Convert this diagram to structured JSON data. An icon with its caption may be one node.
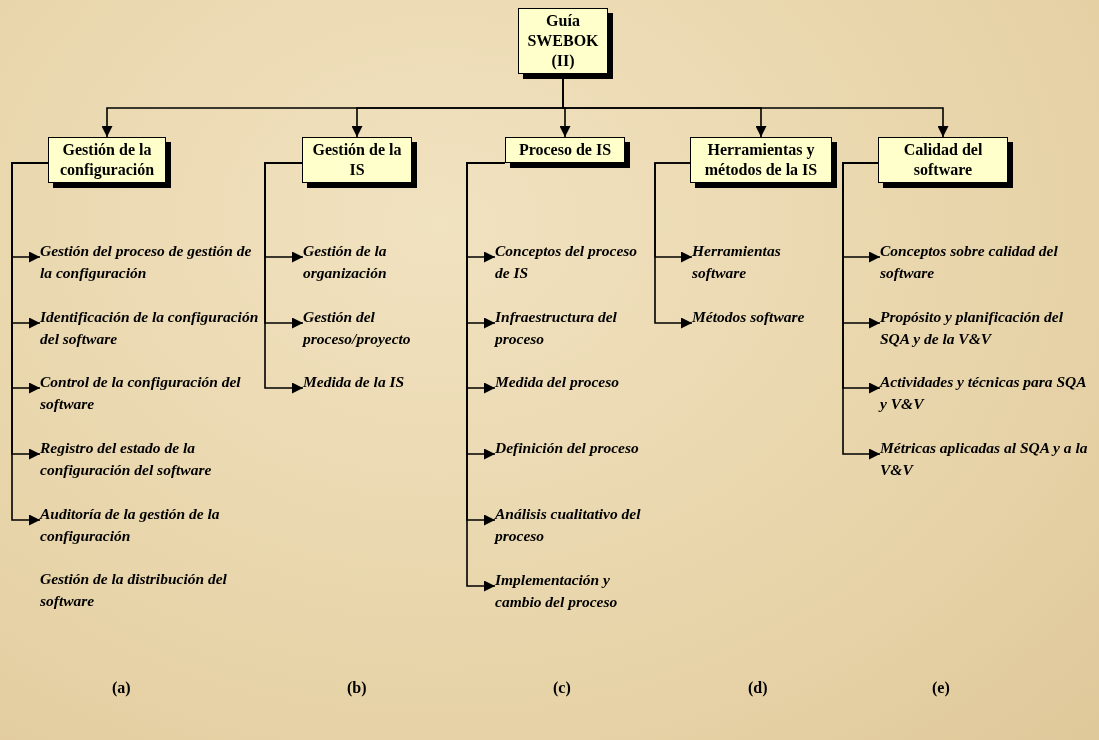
{
  "diagram": {
    "nodes": [
      {
        "text": [
          "Guía SWEBOK (II)"
        ]
      },
      {
        "text": [
          "Gestión de la configuración"
        ]
      },
      {
        "text": [
          "Gestión de la IS"
        ]
      },
      {
        "text": [
          "Proceso de IS"
        ]
      },
      {
        "text": [
          "Herramientas y métodos de la IS"
        ]
      },
      {
        "text": [
          "Calidad del software"
        ]
      },
      {
        "text": [
          "Gestión del proceso de gestión de la configuración"
        ]
      },
      {
        "text": [
          "Identificación de la configuración del software"
        ]
      },
      {
        "text": [
          "Control de la configuración del software"
        ]
      },
      {
        "text": [
          "Registro del estado de la configuración del software"
        ]
      },
      {
        "text": [
          "Auditoría de la gestión de la configuración"
        ]
      },
      {
        "text": [
          "Gestión de la organización"
        ]
      },
      {
        "text": [
          "Gestión del proceso/proyecto"
        ]
      },
      {
        "text": [
          "Medida de la IS"
        ]
      },
      {
        "text": [
          "Conceptos del proceso de IS"
        ]
      },
      {
        "text": [
          "Infraestructura del proceso"
        ]
      },
      {
        "text": [
          "Medida del proceso"
        ]
      },
      {
        "text": [
          "Definición del proceso"
        ]
      },
      {
        "text": [
          "Análisis cualitativo del proceso"
        ]
      },
      {
        "text": [
          "Implementación y cambio del proceso"
        ]
      },
      {
        "text": [
          "Herramientas software"
        ]
      },
      {
        "text": [
          "Métodos software"
        ]
      },
      {
        "text": [
          "Conceptos sobre calidad del software"
        ]
      },
      {
        "text": [
          "Propósito y planificación del SQA y de la V&V"
        ]
      },
      {
        "text": [
          "Actividades y técnicas para SQA y V&V"
        ]
      },
      {
        "text": [
          "Métricas aplicadas al SQA y a la V&V"
        ]
      }
    ],
    "edges": [
      {
        "from": 0,
        "to": 1,
        "arrow": "to"
      },
      {
        "from": 0,
        "to": 2,
        "arrow": "to"
      },
      {
        "from": 0,
        "to": 3,
        "arrow": "to"
      },
      {
        "from": 0,
        "to": 4,
        "arrow": "to"
      },
      {
        "from": 0,
        "to": 5,
        "arrow": "to"
      },
      {
        "from": 1,
        "to": 6,
        "arrow": "to"
      },
      {
        "from": 1,
        "to": 7,
        "arrow": "to"
      },
      {
        "from": 1,
        "to": 8,
        "arrow": "to"
      },
      {
        "from": 1,
        "to": 9,
        "arrow": "to"
      },
      {
        "from": 1,
        "to": 10,
        "arrow": "to"
      },
      {
        "from": 2,
        "to": 11,
        "arrow": "to"
      },
      {
        "from": 2,
        "to": 12,
        "arrow": "to"
      },
      {
        "from": 2,
        "to": 13,
        "arrow": "to"
      },
      {
        "from": 3,
        "to": 14,
        "arrow": "to"
      },
      {
        "from": 3,
        "to": 15,
        "arrow": "to"
      },
      {
        "from": 3,
        "to": 16,
        "arrow": "to"
      },
      {
        "from": 3,
        "to": 17,
        "arrow": "to"
      },
      {
        "from": 3,
        "to": 18,
        "arrow": "to"
      },
      {
        "from": 3,
        "to": 19,
        "arrow": "to"
      },
      {
        "from": 4,
        "to": 20,
        "arrow": "to"
      },
      {
        "from": 4,
        "to": 21,
        "arrow": "to"
      },
      {
        "from": 5,
        "to": 22,
        "arrow": "to"
      },
      {
        "from": 5,
        "to": 23,
        "arrow": "to"
      },
      {
        "from": 5,
        "to": 24,
        "arrow": "to"
      },
      {
        "from": 5,
        "to": 25,
        "arrow": "to"
      }
    ],
    "labels": [
      "Gestión de la distribución del software",
      "(a)",
      "(b)",
      "(c)",
      "(d)",
      "(e)"
    ]
  }
}
